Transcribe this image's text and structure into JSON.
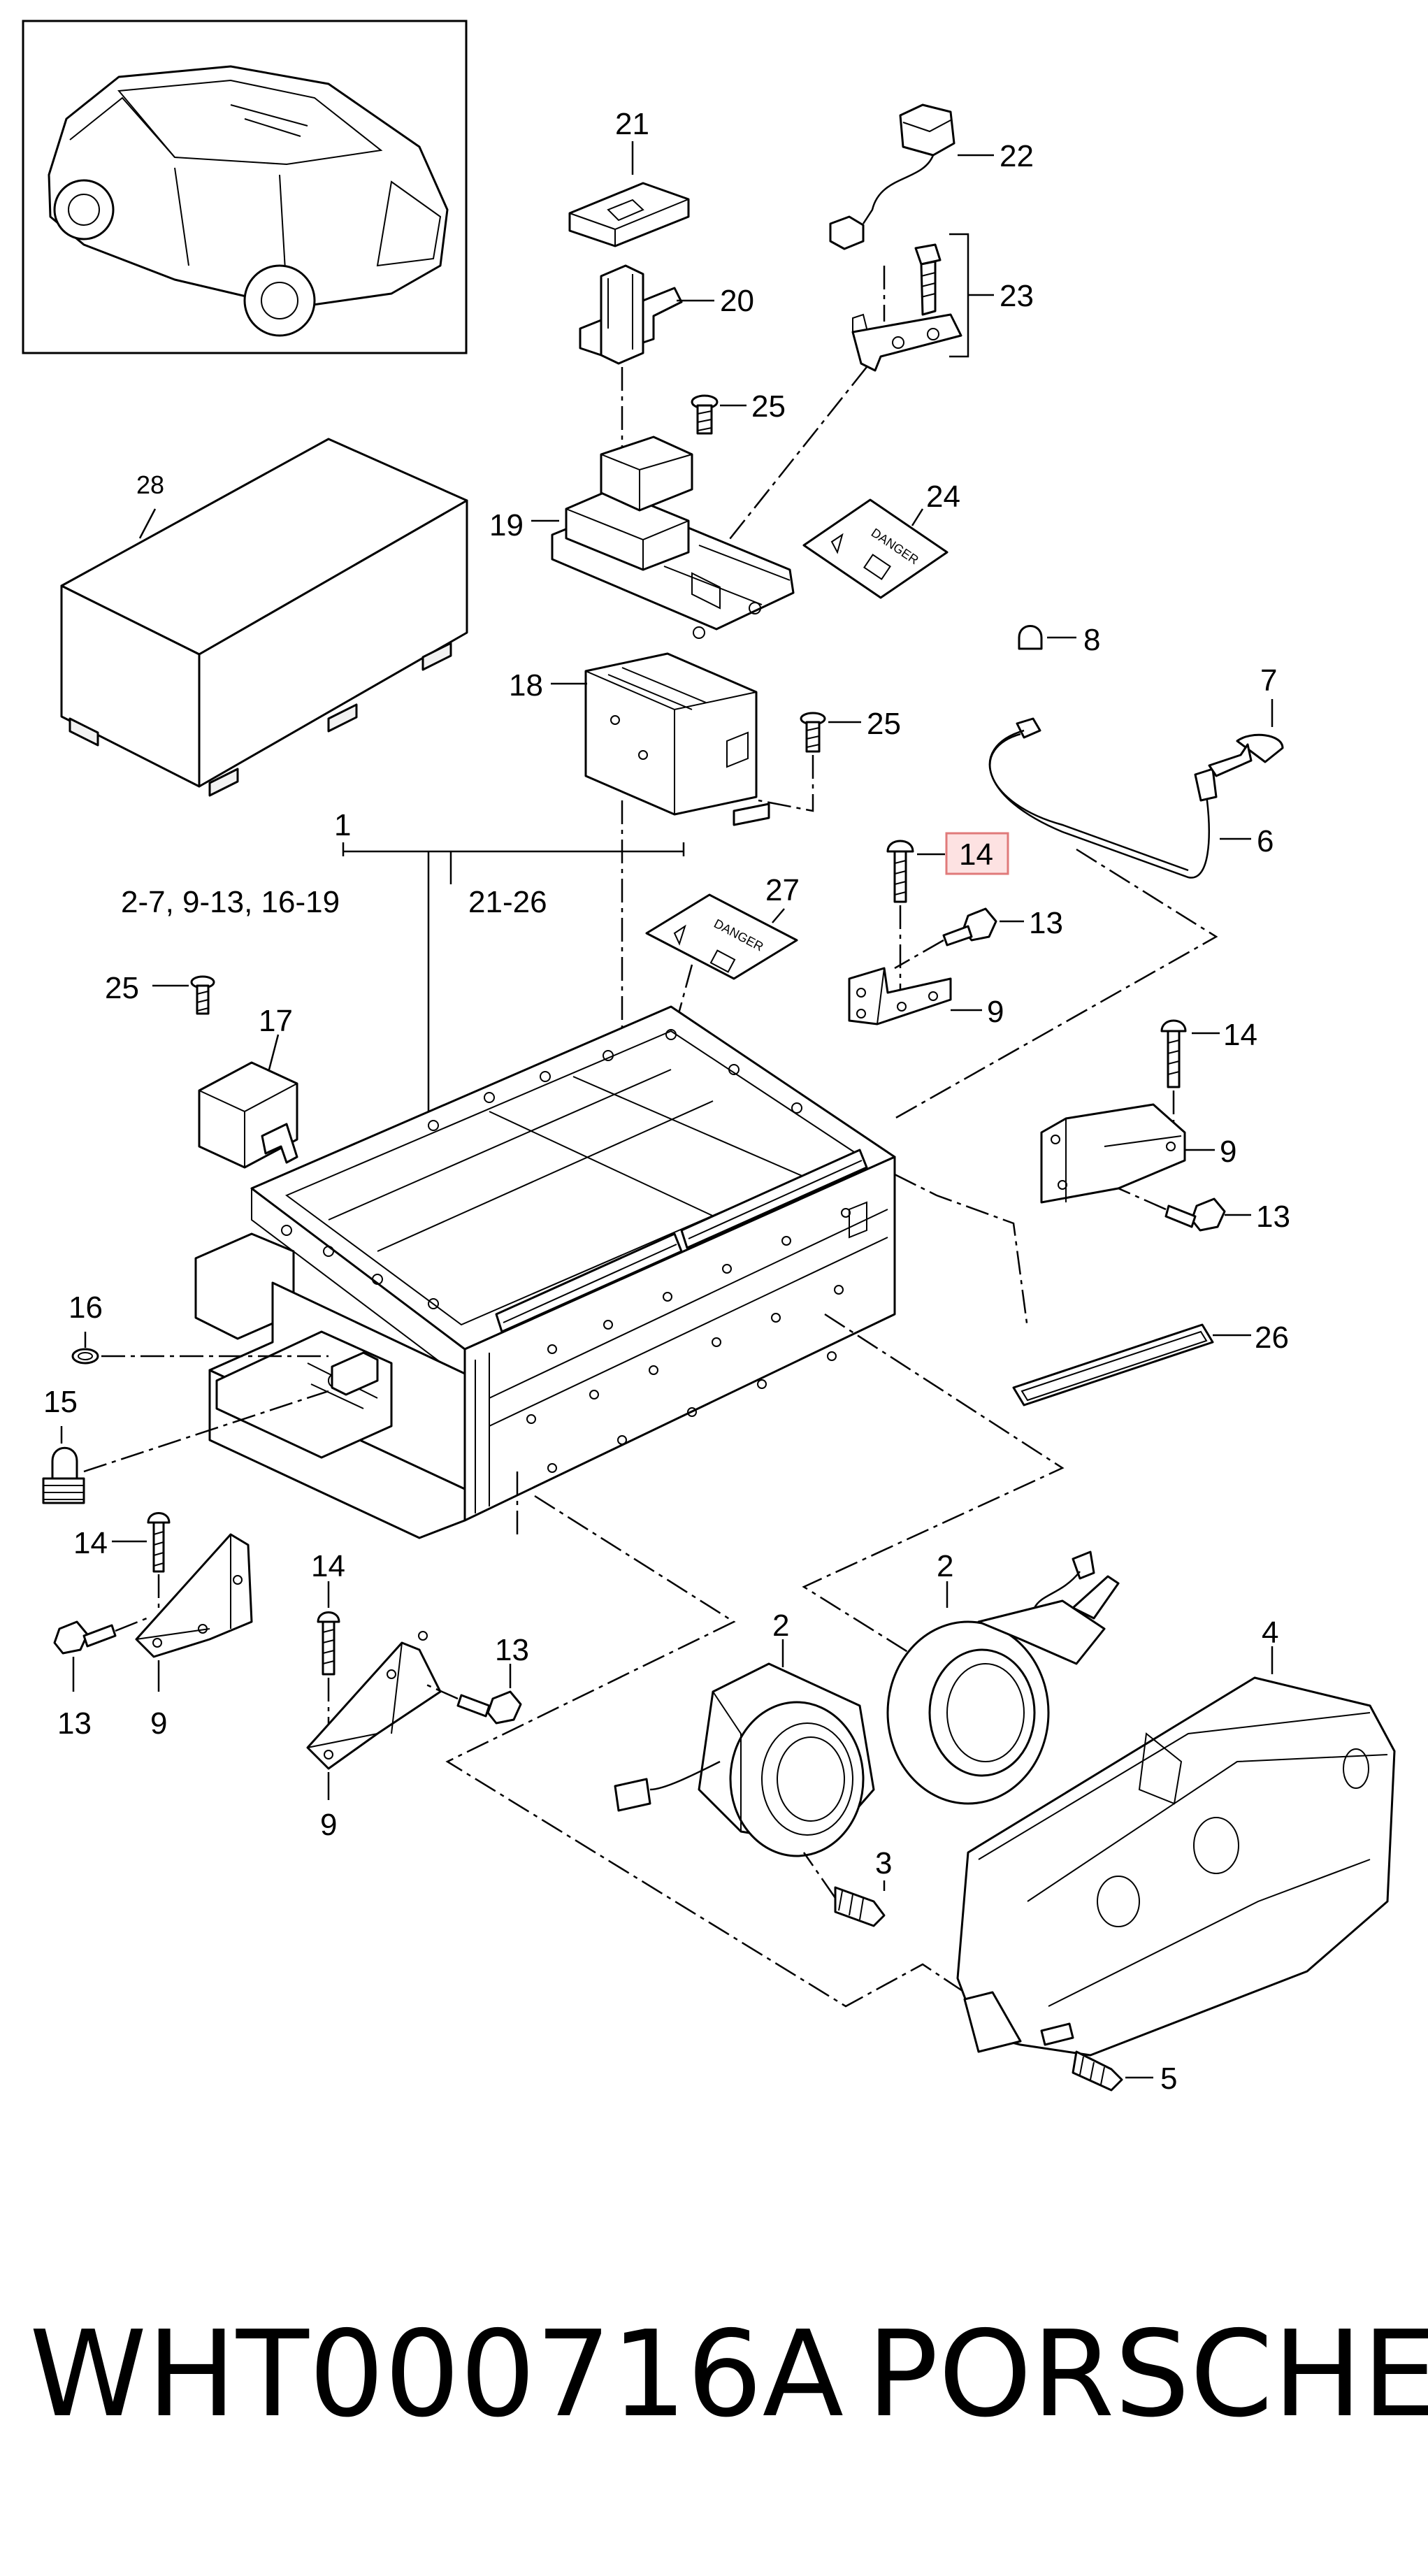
{
  "callouts": {
    "c1": "1",
    "c1_group_a": "2-7,  9-13,  16-19",
    "c1_group_b": "21-26",
    "c2a": "2",
    "c2b": "2",
    "c3": "3",
    "c4": "4",
    "c5": "5",
    "c6": "6",
    "c7": "7",
    "c8": "8",
    "c9a": "9",
    "c9b": "9",
    "c9c": "9",
    "c9d": "9",
    "c13a": "13",
    "c13b": "13",
    "c13c": "13",
    "c13d": "13",
    "c14_highlight": "14",
    "c14b": "14",
    "c14c": "14",
    "c14d": "14",
    "c15": "15",
    "c16": "16",
    "c17": "17",
    "c18": "18",
    "c19": "19",
    "c20": "20",
    "c21": "21",
    "c22": "22",
    "c23": "23",
    "c24": "24",
    "c25a": "25",
    "c25b": "25",
    "c25c": "25",
    "c26": "26",
    "c27": "27",
    "c28": "28"
  },
  "labels": {
    "danger_24": "DANGER",
    "danger_27": "DANGER"
  },
  "footer": {
    "part_number": "WHT000716A",
    "brand": "PORSCHE"
  },
  "colors": {
    "highlight_fill": "#fde2e2",
    "highlight_stroke": "#e07a7a"
  }
}
